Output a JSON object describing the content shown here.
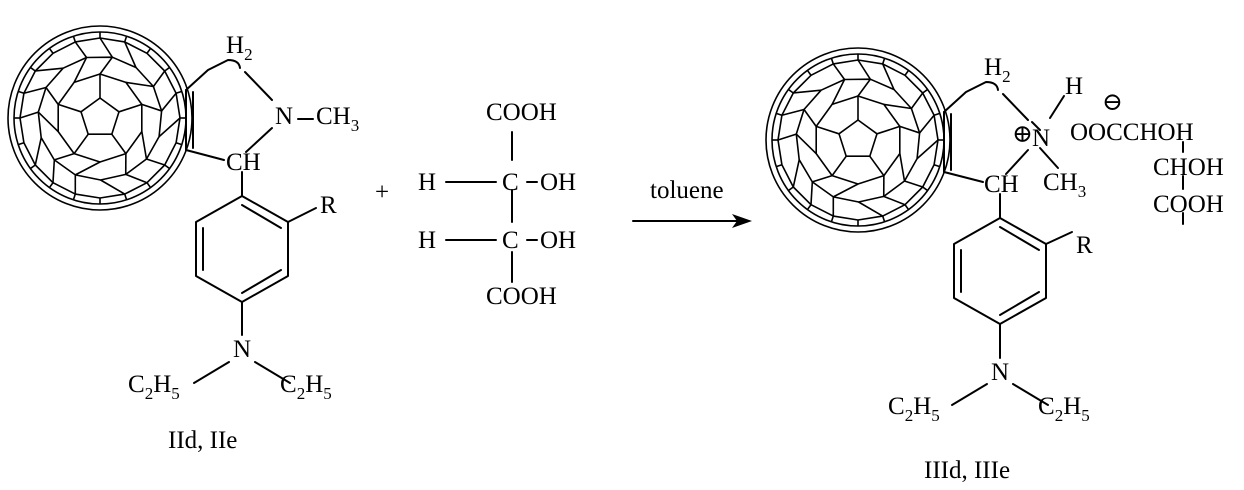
{
  "reactant": {
    "ch2_group": "H2",
    "n_atom": "N",
    "methyl": "CH3",
    "ch_group": "CH",
    "substituent": "R",
    "amine_n": "N",
    "ethyl_left": "C2H5",
    "ethyl_right": "C2H5",
    "compound_label": "IId, IIe"
  },
  "plus_sign": "+",
  "tartaric_acid": {
    "cooh_top": "COOH",
    "cooh_bottom": "COOH",
    "h_left_1": "H",
    "h_left_2": "H",
    "c_1": "C",
    "c_2": "C",
    "oh_1": "OH",
    "oh_2": "OH"
  },
  "arrow": {
    "solvent_label": "toluene"
  },
  "product": {
    "ch2_group": "H2",
    "n_atom": "N",
    "h_atom": "H",
    "methyl": "CH3",
    "ch_group": "CH",
    "cation_symbol": "⊕",
    "anion_symbol": "⊖",
    "anion_line_1": "OOCCHOH",
    "anion_line_2": "CHOH",
    "anion_line_3": "COOH",
    "substituent": "R",
    "amine_n": "N",
    "ethyl_left": "C2H5",
    "ethyl_right": "C2H5",
    "compound_label": "IIId, IIIe"
  }
}
